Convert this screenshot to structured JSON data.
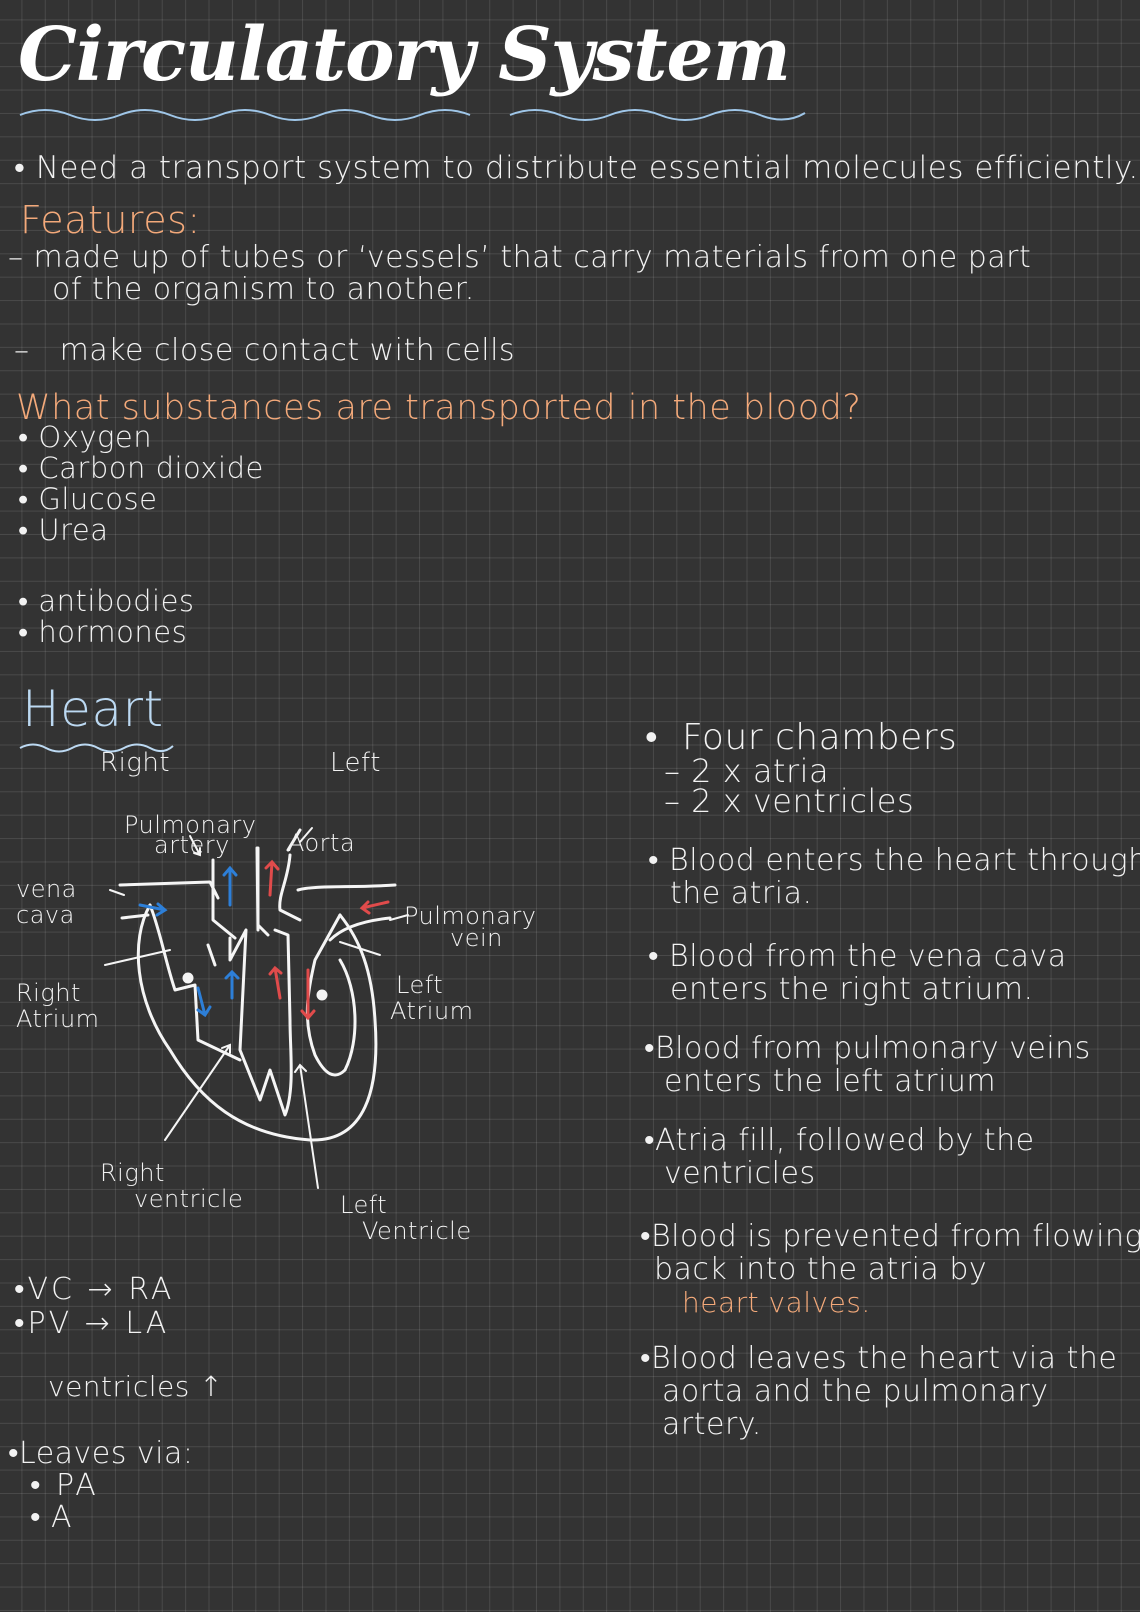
{
  "title": "Circulatory System",
  "intro": "Need a transport system to distribute essential molecules efficiently.",
  "features": {
    "heading": "Features:",
    "items": [
      "made up of tubes or ‘vessels’ that carry materials from one part",
      "of the organism to another.",
      "make close contact with cells"
    ]
  },
  "substances": {
    "heading": "What substances are transported in the blood?",
    "items": [
      "Oxygen",
      "Carbon dioxide",
      "Glucose",
      "Urea",
      "antibodies",
      "hormones"
    ]
  },
  "heart": {
    "heading": "Heart",
    "labels": {
      "right": "Right",
      "left": "Left",
      "pulmonary_artery_1": "Pulmonary",
      "pulmonary_artery_2": "artery",
      "aorta": "Aorta",
      "vena_cava_1": "vena",
      "vena_cava_2": "cava",
      "pulmonary_vein_1": "Pulmonary",
      "pulmonary_vein_2": "vein",
      "right_atrium_1": "Right",
      "right_atrium_2": "Atrium",
      "left_atrium_1": "Left",
      "left_atrium_2": "Atrium",
      "right_ventricle_1": "Right",
      "right_ventricle_2": "ventricle",
      "left_ventricle_1": "Left",
      "left_ventricle_2": "Ventricle"
    }
  },
  "shorthand": {
    "line1": "VC → RA",
    "line2": "PV → LA",
    "line3": "ventricles ↑",
    "line4": "Leaves via:",
    "line5": "PA",
    "line6": "A"
  },
  "notes": {
    "chambers": "Four chambers",
    "atria": "2 x atria",
    "ventricles": "2 x ventricles",
    "n1a": "Blood enters the heart through",
    "n1b": "the atria.",
    "n2a": "Blood from the vena cava",
    "n2b": "enters the right atrium.",
    "n3a": "Blood from pulmonary veins",
    "n3b": "enters the left atrium",
    "n4a": "Atria fill, followed by the",
    "n4b": "ventricles",
    "n5a": "Blood is prevented from flowing",
    "n5b": "back into the atria by",
    "n5c": "heart valves.",
    "n6a": "Blood leaves the heart via the",
    "n6b": "aorta and the pulmonary",
    "n6c": "artery."
  },
  "colors": {
    "background": "#333333",
    "orange_heading": "#f3a97a",
    "blue_heading": "#bcd9f2",
    "arrow_blue": "#2d7fd8",
    "arrow_red": "#e04b4b",
    "underline_wave": "#9fc6e8"
  }
}
